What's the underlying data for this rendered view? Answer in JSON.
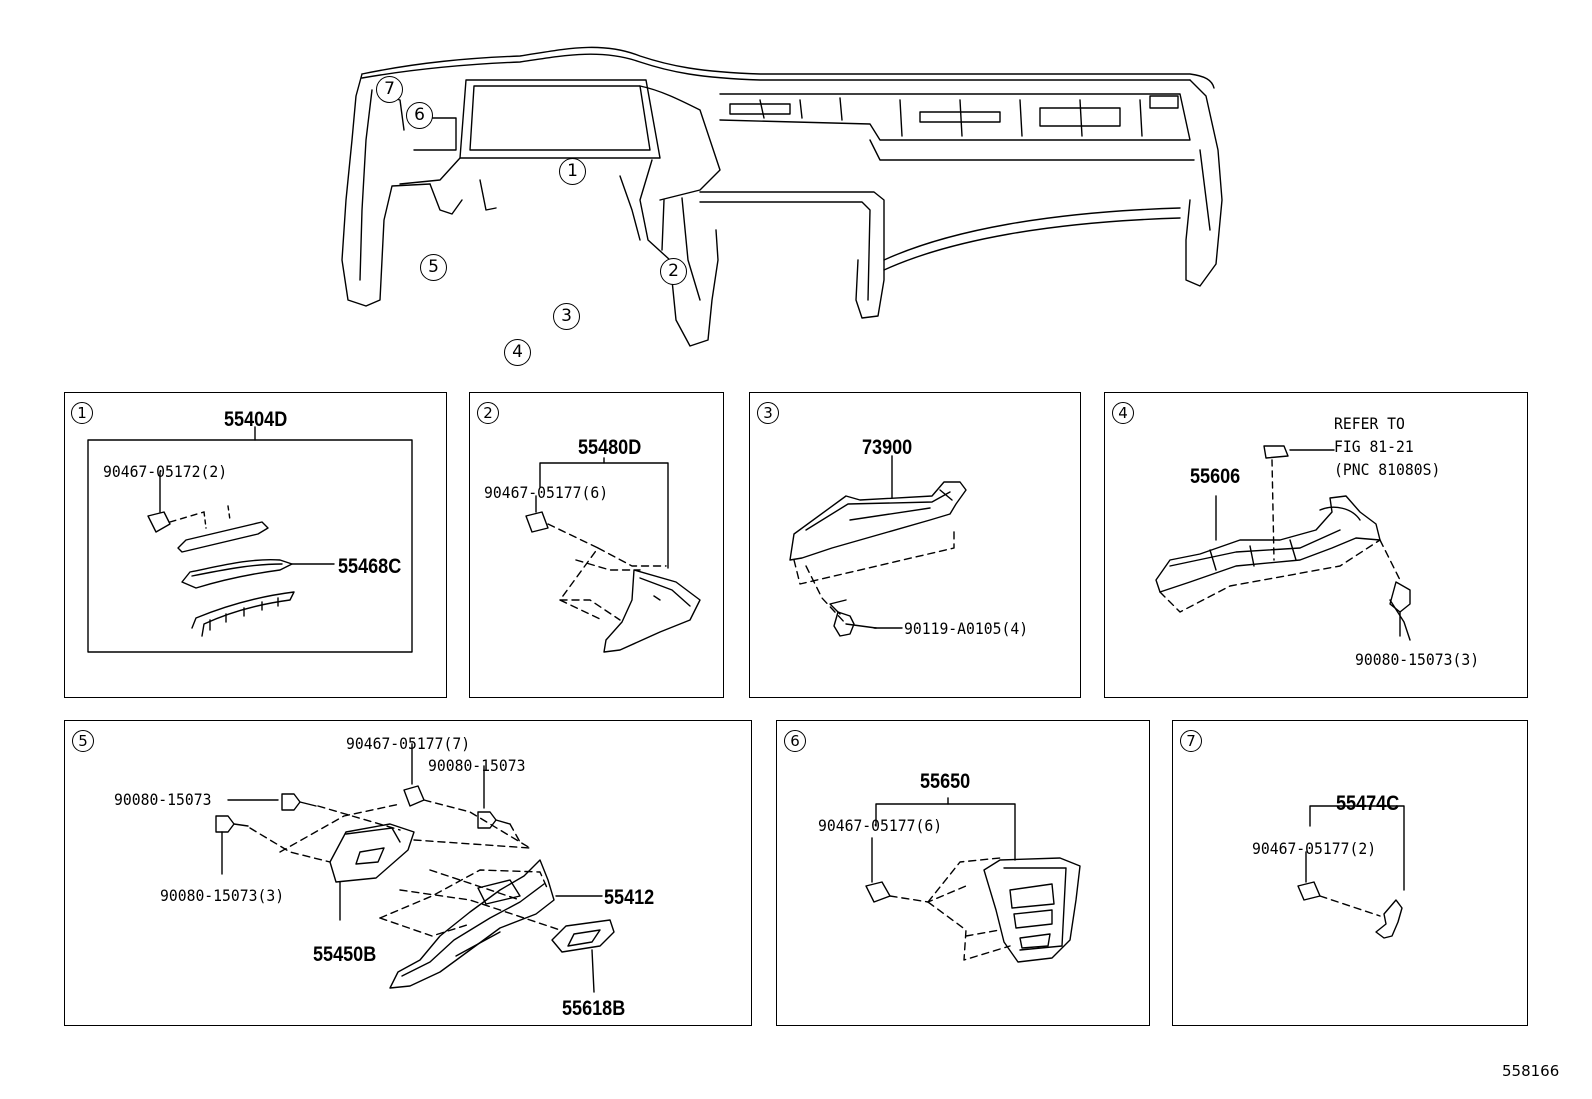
{
  "diagram_id": "558166",
  "overview_callouts": [
    "7",
    "6",
    "1",
    "5",
    "2",
    "3",
    "4"
  ],
  "panels": [
    {
      "callout": "1",
      "parts": [
        "55404D",
        "55468C"
      ],
      "fasteners": [
        "90467-05172(2)"
      ]
    },
    {
      "callout": "2",
      "parts": [
        "55480D"
      ],
      "fasteners": [
        "90467-05177(6)"
      ]
    },
    {
      "callout": "3",
      "parts": [
        "73900"
      ],
      "fasteners": [
        "90119-A0105(4)"
      ]
    },
    {
      "callout": "4",
      "parts": [
        "55606"
      ],
      "fasteners": [
        "90080-15073(3)"
      ],
      "reference": [
        "REFER TO",
        "FIG 81-21",
        "(PNC 81080S)"
      ]
    },
    {
      "callout": "5",
      "parts": [
        "55412",
        "55450B",
        "55618B"
      ],
      "fasteners": [
        "90467-05177(7)",
        "90080-15073",
        "90080-15073",
        "90080-15073(3)"
      ]
    },
    {
      "callout": "6",
      "parts": [
        "55650"
      ],
      "fasteners": [
        "90467-05177(6)"
      ]
    },
    {
      "callout": "7",
      "parts": [
        "55474C"
      ],
      "fasteners": [
        "90467-05177(2)"
      ]
    }
  ]
}
